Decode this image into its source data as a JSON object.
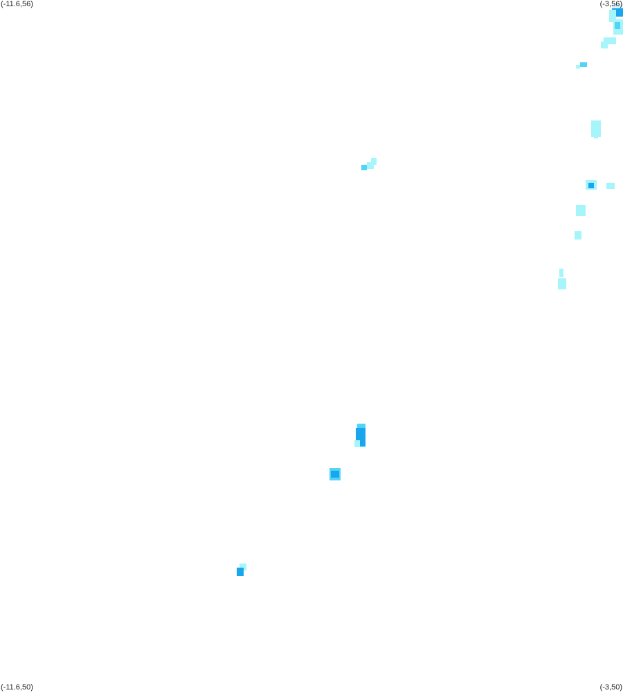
{
  "map": {
    "corners": {
      "top_left": "(-11.6,56)",
      "top_right": "(-3,56)",
      "bottom_left": "(-11.6,50)",
      "bottom_right": "(-3,50)"
    },
    "extent": {
      "lon_min": -11.6,
      "lon_max": -3,
      "lat_min": 50,
      "lat_max": 56
    },
    "colors": {
      "background": "#ffffff",
      "light": "#a6f5fb",
      "medium": "#52d4f6",
      "dark": "#1aa6ef"
    },
    "features": [
      {
        "lon": -3.13,
        "lat": 55.92,
        "intensity": "medium"
      },
      {
        "lon": -3.07,
        "lat": 55.84,
        "intensity": "dark"
      },
      {
        "lon": -3.55,
        "lat": 55.64,
        "intensity": "light"
      },
      {
        "lon": -3.57,
        "lat": 55.45,
        "intensity": "light"
      },
      {
        "lon": -3.72,
        "lat": 54.88,
        "intensity": "light"
      },
      {
        "lon": -6.5,
        "lat": 54.6,
        "intensity": "light"
      },
      {
        "lon": -3.8,
        "lat": 54.4,
        "intensity": "medium"
      },
      {
        "lon": -3.55,
        "lat": 54.39,
        "intensity": "light"
      },
      {
        "lon": -3.79,
        "lat": 54.18,
        "intensity": "light"
      },
      {
        "lon": -3.83,
        "lat": 53.95,
        "intensity": "light"
      },
      {
        "lon": -4.08,
        "lat": 53.57,
        "intensity": "light"
      },
      {
        "lon": -6.64,
        "lat": 52.21,
        "intensity": "dark"
      },
      {
        "lon": -6.99,
        "lat": 51.88,
        "intensity": "dark"
      },
      {
        "lon": -8.27,
        "lat": 51.03,
        "intensity": "dark"
      }
    ]
  }
}
